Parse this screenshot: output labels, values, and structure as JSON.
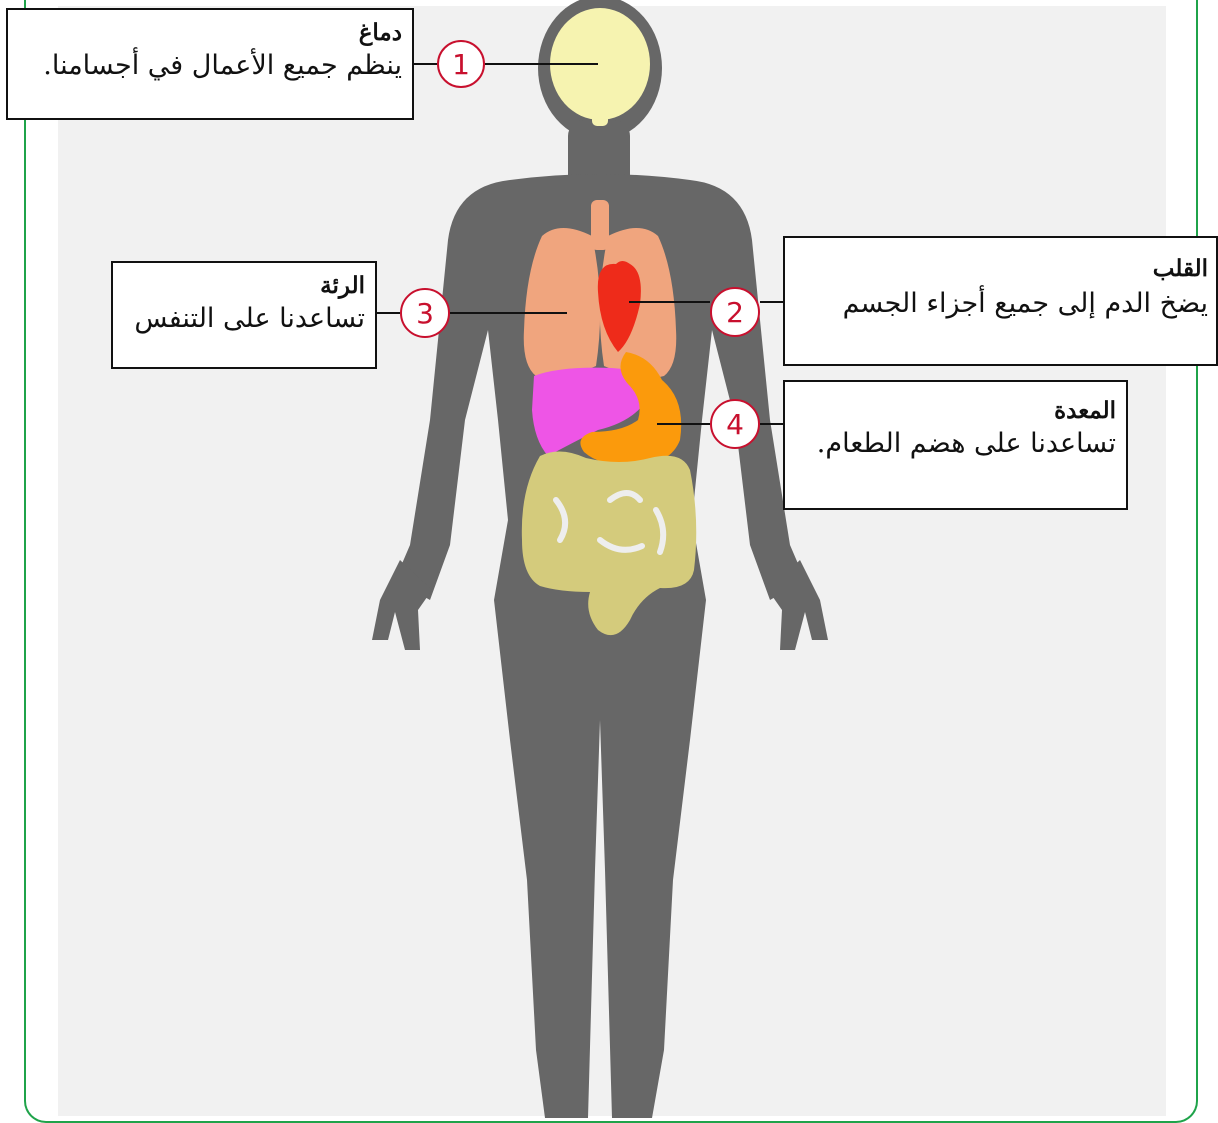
{
  "colors": {
    "frame": "#1fa34a",
    "body": "#676767",
    "brain": "#f6f3b0",
    "lung": "#f0a57e",
    "heart": "#ee2b1a",
    "liver": "#ee55e6",
    "stomach": "#fb9a0c",
    "intestine": "#d4cb7c",
    "number_circle": "#c8102e"
  },
  "callouts": [
    {
      "number": "1",
      "title": "دماغ",
      "description": "ينظم جميع الأعمال في أجسامنا."
    },
    {
      "number": "2",
      "title": "القلب",
      "description": "يضخ الدم إلى جميع أجزاء الجسم"
    },
    {
      "number": "3",
      "title": "الرئة",
      "description": "تساعدنا على التنفس"
    },
    {
      "number": "4",
      "title": "المعدة",
      "description": "تساعدنا على هضم الطعام."
    }
  ]
}
